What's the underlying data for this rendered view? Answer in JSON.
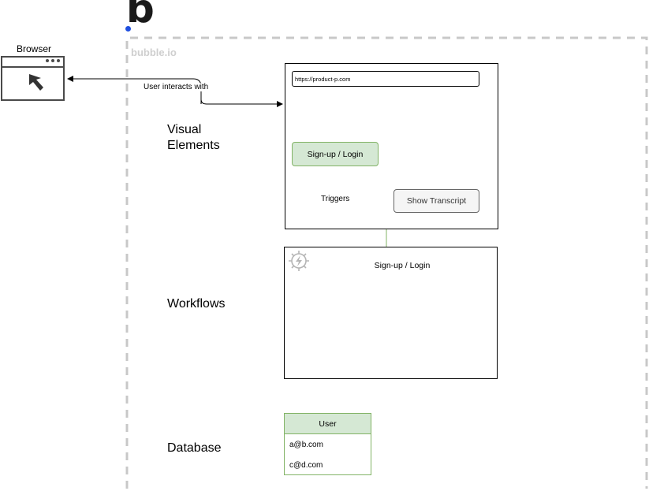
{
  "logo": {
    "letter": "b",
    "icon": "bubble-logo-icon",
    "dot_color": "#1f4fe0"
  },
  "container": {
    "label": "bubble.io"
  },
  "browser": {
    "label": "Browser",
    "icon": "browser-window-icon"
  },
  "sections": {
    "visual_elements": "Visual\nElements",
    "workflows": "Workflows",
    "database": "Database"
  },
  "visual_panel": {
    "url": "https://product-p.com",
    "signup_button": "Sign-up / Login",
    "transcript_button": "Show Transcript"
  },
  "workflow_panel": {
    "event_label": "Sign-up / Login",
    "icon": "gear-lightning-icon"
  },
  "edges": {
    "user_interacts": "User interacts with",
    "triggers": "Triggers"
  },
  "database_table": {
    "header": "User",
    "rows": [
      "a@b.com",
      "c@d.com"
    ]
  },
  "colors": {
    "green_fill": "#d5e8d4",
    "green_stroke": "#82b366",
    "dashed_border": "#c8c8c8"
  }
}
